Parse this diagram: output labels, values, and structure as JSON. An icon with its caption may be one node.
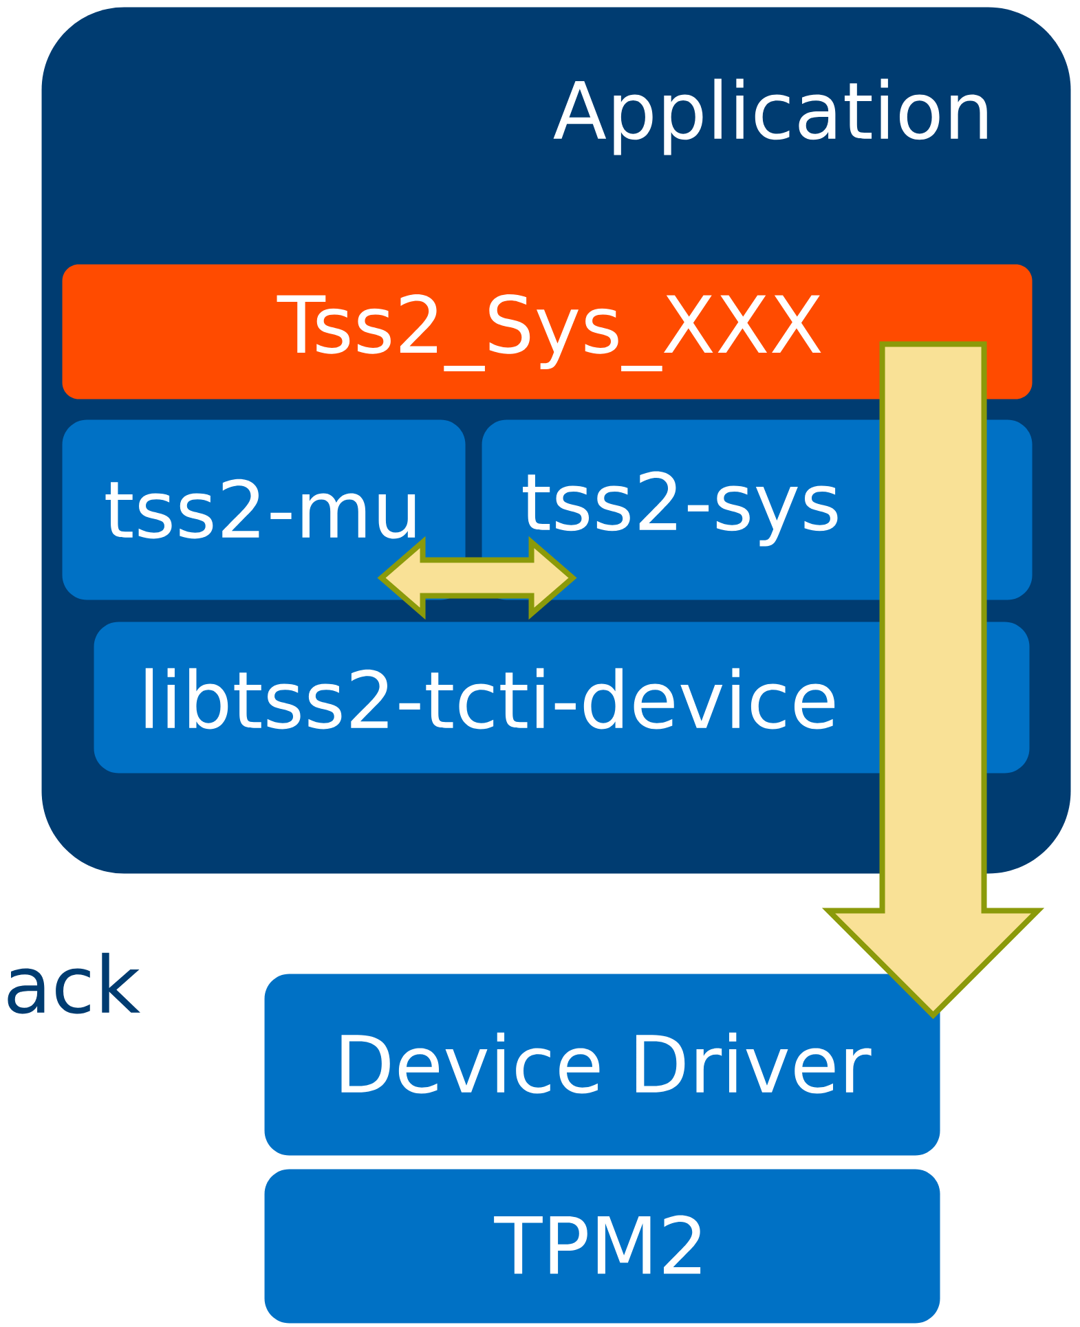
{
  "diagram": {
    "nodes": [
      {
        "text": [
          "Application"
        ]
      },
      {
        "text": [
          "Tss2_Sys_XXX"
        ],
        "in": 0
      },
      {
        "text": [
          "tss2-mu"
        ],
        "in": 0
      },
      {
        "text": [
          "tss2-sys"
        ],
        "in": 0
      },
      {
        "text": [
          "libtss2-tcti-device"
        ],
        "in": 0
      },
      {
        "text": [
          "Device Driver"
        ]
      },
      {
        "text": [
          "TPM2"
        ]
      }
    ],
    "edges": [
      {
        "from": 2,
        "to": 3,
        "arrow": "both"
      },
      {
        "from": 1,
        "to": 5,
        "arrow": "to"
      }
    ],
    "labels": [
      "ack"
    ]
  }
}
